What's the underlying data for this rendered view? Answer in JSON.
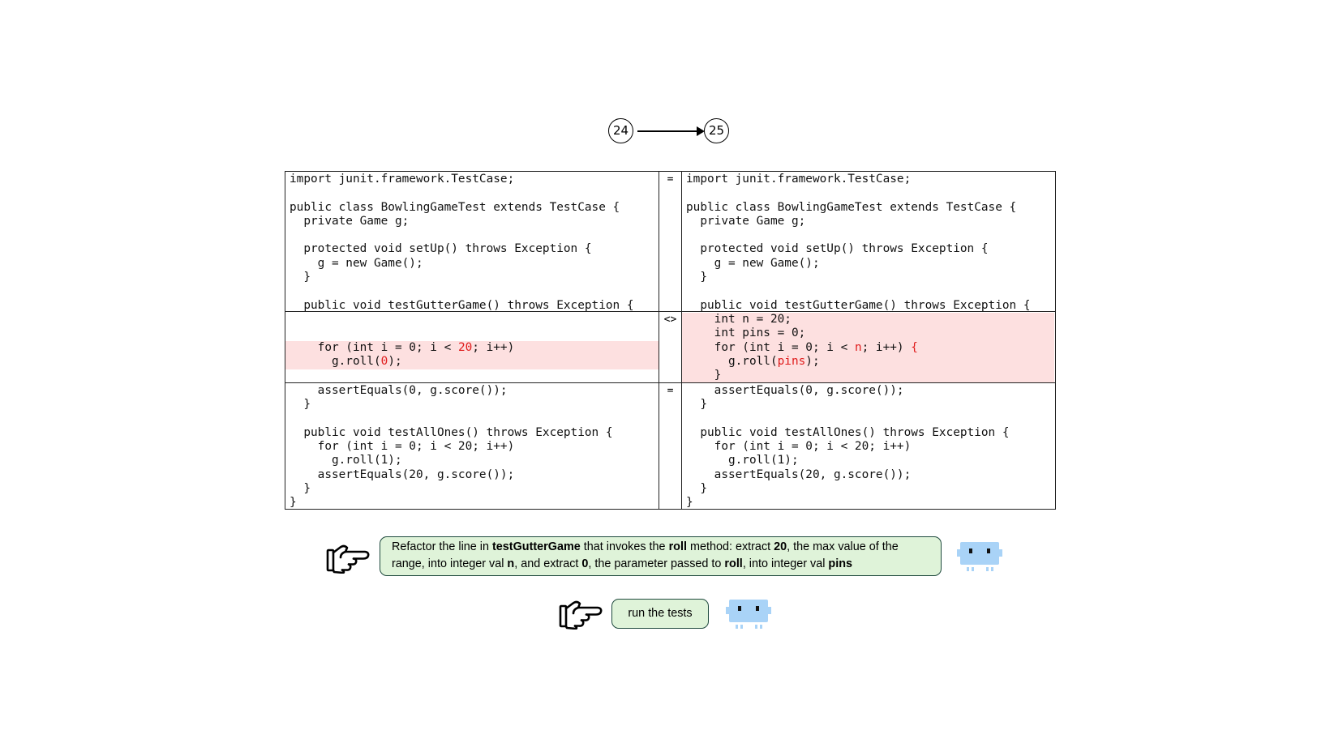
{
  "steps": {
    "from": "24",
    "to": "25"
  },
  "diff": {
    "markers": [
      "=",
      "<>",
      "="
    ],
    "left_block1": "import junit.framework.TestCase;\n\npublic class BowlingGameTest extends TestCase {\n  private Game g;\n\n  protected void setUp() throws Exception {\n    g = new Game();\n  }\n\n  public void testGutterGame() throws Exception {",
    "left_changed": {
      "line1": {
        "pre": "    for (int i = 0; i < ",
        "hl": "20",
        "post": "; i++)"
      },
      "line2": {
        "pre": "      g.roll(",
        "hl": "0",
        "post": ");"
      }
    },
    "left_block3": "    assertEquals(0, g.score());\n  }\n\n  public void testAllOnes() throws Exception {\n    for (int i = 0; i < 20; i++)\n      g.roll(1);\n    assertEquals(20, g.score());\n  }\n}",
    "right_block1": "import junit.framework.TestCase;\n\npublic class BowlingGameTest extends TestCase {\n  private Game g;\n\n  protected void setUp() throws Exception {\n    g = new Game();\n  }\n\n  public void testGutterGame() throws Exception {",
    "right_changed": {
      "line1": "    int n = 20;",
      "line2": "    int pins = 0;",
      "line3": {
        "pre": "    for (int i = 0; i < ",
        "hl1": "n",
        "mid": "; i++) ",
        "hl2": "{"
      },
      "line4": {
        "pre": "      g.roll(",
        "hl": "pins",
        "post": ");"
      },
      "line5": "    }"
    },
    "right_block3": "    assertEquals(0, g.score());\n  }\n\n  public void testAllOnes() throws Exception {\n    for (int i = 0; i < 20; i++)\n      g.roll(1);\n    assertEquals(20, g.score());\n  }\n}"
  },
  "instructions": [
    {
      "parts": [
        {
          "text": "Refactor the line in ",
          "bold": false
        },
        {
          "text": "testGutterGame",
          "bold": true
        },
        {
          "text": " that invokes the ",
          "bold": false
        },
        {
          "text": "roll",
          "bold": true
        },
        {
          "text": " method: extract ",
          "bold": false
        },
        {
          "text": "20",
          "bold": true
        },
        {
          "text": ", the max value of the range, into integer val ",
          "bold": false
        },
        {
          "text": "n",
          "bold": true
        },
        {
          "text": ", and extract ",
          "bold": false
        },
        {
          "text": "0",
          "bold": true
        },
        {
          "text": ", the parameter passed to ",
          "bold": false
        },
        {
          "text": "roll",
          "bold": true
        },
        {
          "text": ", into integer val ",
          "bold": false
        },
        {
          "text": "pins",
          "bold": true
        }
      ]
    },
    {
      "parts": [
        {
          "text": "run the tests",
          "bold": false
        }
      ]
    }
  ],
  "icons": {
    "pointer": "pointing-hand-icon",
    "agent": "robot-icon"
  },
  "colors": {
    "diff_highlight_bg": "#fde0e0",
    "diff_change_text": "#e01b1b",
    "bubble_bg": "#dff3d9",
    "bubble_border": "#1f4a3e",
    "robot": "#a9d3f7"
  }
}
